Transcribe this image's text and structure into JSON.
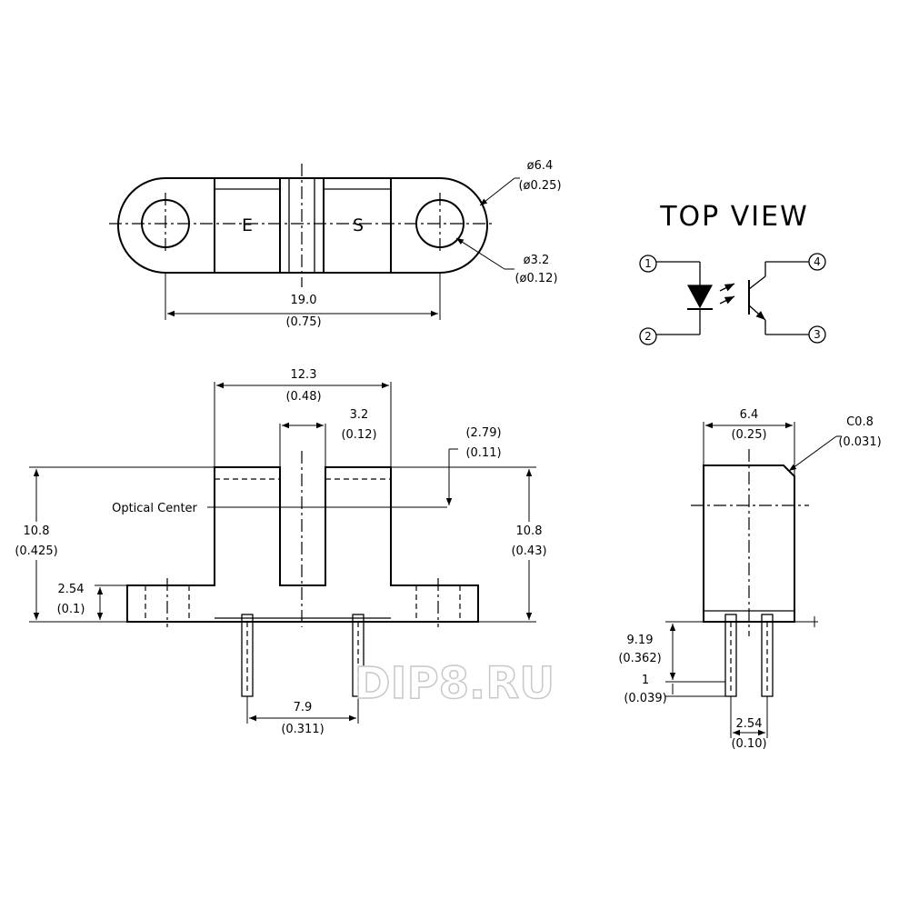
{
  "top_drawing": {
    "label_e": "E",
    "label_s": "S",
    "dia_outer": "ø6.4",
    "dia_outer_in": "(ø0.25)",
    "dia_hole": "ø3.2",
    "dia_hole_in": "(ø0.12)",
    "hole_pitch": "19.0",
    "hole_pitch_in": "(0.75)"
  },
  "schematic": {
    "title": "TOP VIEW",
    "pins": [
      "1",
      "2",
      "3",
      "4"
    ]
  },
  "front_drawing": {
    "width": "12.3",
    "width_in": "(0.48)",
    "slot": "3.2",
    "slot_in": "(0.12)",
    "optical_offset": "(2.79)",
    "optical_offset_in": "(0.11)",
    "optical_center": "Optical Center",
    "height_left": "10.8",
    "height_left_in": "(0.425)",
    "height_right": "10.8",
    "height_right_in": "(0.43)",
    "flange": "2.54",
    "flange_in": "(0.1)",
    "pin_pitch": "7.9",
    "pin_pitch_in": "(0.311)"
  },
  "side_drawing": {
    "width": "6.4",
    "width_in": "(0.25)",
    "chamfer": "C0.8",
    "chamfer_in": "(0.031)",
    "lead_length": "9.19",
    "lead_length_in": "(0.362)",
    "lead_tip": "1",
    "lead_tip_in": "(0.039)",
    "pin_pitch": "2.54",
    "pin_pitch_in": "(0.10)"
  },
  "watermark": "DIP8.RU"
}
